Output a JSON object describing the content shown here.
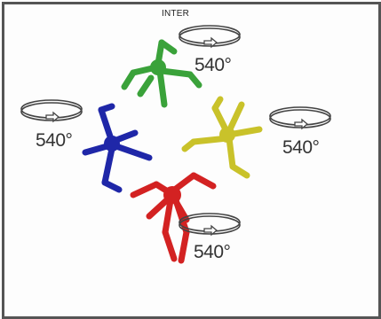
{
  "title": "INTER",
  "rotations": [
    {
      "label": "540°"
    },
    {
      "label": "540°"
    },
    {
      "label": "540°"
    },
    {
      "label": "540°"
    }
  ],
  "colors": {
    "frame": "#555555",
    "green": "#3aa23a",
    "yellow": "#c9c22a",
    "blue": "#1f27a8",
    "red": "#d32222",
    "arrow": "#444444"
  }
}
